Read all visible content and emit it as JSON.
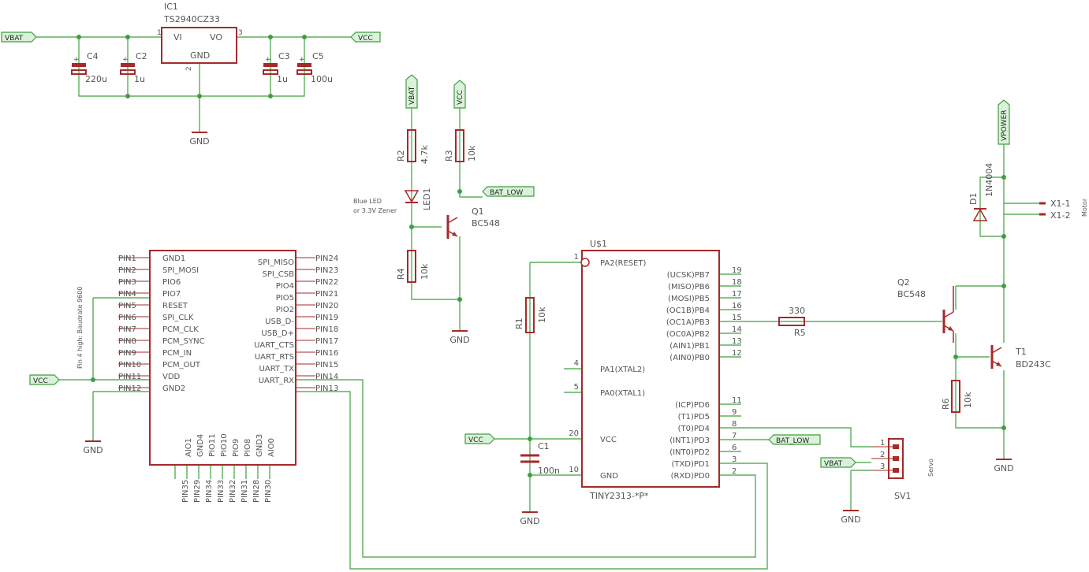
{
  "colors": {
    "background": "#ffffff",
    "wire": "#3f9f3f",
    "part": "#a52a2a",
    "text": "#555555",
    "label_fill": "#d9f2d9"
  },
  "net_labels": {
    "vbat": "VBAT",
    "vcc": "VCC",
    "bat_low": "BAT_LOW",
    "vpower": "VPOWER",
    "gnd": "GND"
  },
  "regulator": {
    "name": "IC1",
    "value": "TS2940CZ33",
    "pin_vi": "VI",
    "pin_vo": "VO",
    "pin_gnd": "GND",
    "pin_num_vi": "1",
    "pin_num_vo": "3",
    "pin_num_gnd": "2"
  },
  "capacitors": [
    {
      "name": "C4",
      "value": "220u"
    },
    {
      "name": "C2",
      "value": "1u"
    },
    {
      "name": "C3",
      "value": "1u"
    },
    {
      "name": "C5",
      "value": "100u"
    },
    {
      "name": "C1",
      "value": "100n"
    }
  ],
  "resistors": [
    {
      "name": "R2",
      "value": "4.7k"
    },
    {
      "name": "R3",
      "value": "10k"
    },
    {
      "name": "R4",
      "value": "10k"
    },
    {
      "name": "R1",
      "value": "10k"
    },
    {
      "name": "R5",
      "value": "330"
    },
    {
      "name": "R6",
      "value": "10k"
    }
  ],
  "led": {
    "name": "LED1",
    "note_line1": "Blue LED",
    "note_line2": "or 3.3V Zener"
  },
  "transistors": [
    {
      "name": "Q1",
      "value": "BC548"
    },
    {
      "name": "Q2",
      "value": "BC548"
    },
    {
      "name": "T1",
      "value": "BD243C"
    }
  ],
  "diode": {
    "name": "D1",
    "value": "1N4004"
  },
  "motor_connector": {
    "pin1": "X1-1",
    "pin2": "X1-2",
    "label": "Motor"
  },
  "servo_connector": {
    "name": "SV1",
    "label": "Servo",
    "pins": [
      "1",
      "2",
      "3"
    ]
  },
  "bt_module": {
    "note": "Pin 4 high: Baudrate 9600",
    "left_pins": [
      "PIN1",
      "PIN2",
      "PIN3",
      "PIN4",
      "PIN5",
      "PIN6",
      "PIN7",
      "PIN8",
      "PIN9",
      "PIN10",
      "PIN11",
      "PIN12"
    ],
    "left_names": [
      "GND1",
      "SPI_MOSI",
      "PIO6",
      "PIO7",
      "RESET",
      "SPI_CLK",
      "PCM_CLK",
      "PCM_SYNC",
      "PCM_IN",
      "PCM_OUT",
      "VDD",
      "GND2"
    ],
    "right_names": [
      "SPI_MISO",
      "SPI_CSB",
      "PIO4",
      "PIO5",
      "PIO2",
      "USB_D-",
      "USB_D+",
      "UART_CTS",
      "UART_RTS",
      "UART_TX",
      "UART_RX"
    ],
    "right_pins": [
      "PIN24",
      "PIN23",
      "PIN22",
      "PIN21",
      "PIN20",
      "PIN19",
      "PIN18",
      "PIN17",
      "PIN16",
      "PIN15",
      "PIN14",
      "PIN13"
    ],
    "bottom_names": [
      "AIO1",
      "GND4",
      "PIO11",
      "PIO10",
      "PIO9",
      "PIO8",
      "GND3",
      "AIO0"
    ],
    "bottom_pins": [
      "PIN35",
      "PIN29",
      "PIN34",
      "PIN33",
      "PIN32",
      "PIN31",
      "PIN28",
      "PIN30"
    ]
  },
  "mcu": {
    "name": "U$1",
    "value": "TINY2313-*P*",
    "left_pins": [
      {
        "num": "1",
        "name": "PA2(RESET)"
      },
      {
        "num": "4",
        "name": "PA1(XTAL2)"
      },
      {
        "num": "5",
        "name": "PA0(XTAL1)"
      },
      {
        "num": "20",
        "name": "VCC"
      },
      {
        "num": "10",
        "name": "GND"
      }
    ],
    "right_pins": [
      {
        "num": "19",
        "name": "(UCSK)PB7"
      },
      {
        "num": "18",
        "name": "(MISO)PB6"
      },
      {
        "num": "17",
        "name": "(MOSI)PB5"
      },
      {
        "num": "16",
        "name": "(OC1B)PB4"
      },
      {
        "num": "15",
        "name": "(OC1A)PB3"
      },
      {
        "num": "14",
        "name": "(OC0A)PB2"
      },
      {
        "num": "13",
        "name": "(AIN1)PB1"
      },
      {
        "num": "12",
        "name": "(AIN0)PB0"
      },
      {
        "num": "11",
        "name": "(ICP)PD6"
      },
      {
        "num": "9",
        "name": "(T1)PD5"
      },
      {
        "num": "8",
        "name": "(T0)PD4"
      },
      {
        "num": "7",
        "name": "(INT1)PD3"
      },
      {
        "num": "6",
        "name": "(INT0)PD2"
      },
      {
        "num": "3",
        "name": "(TXD)PD1"
      },
      {
        "num": "2",
        "name": "(RXD)PD0"
      }
    ]
  }
}
